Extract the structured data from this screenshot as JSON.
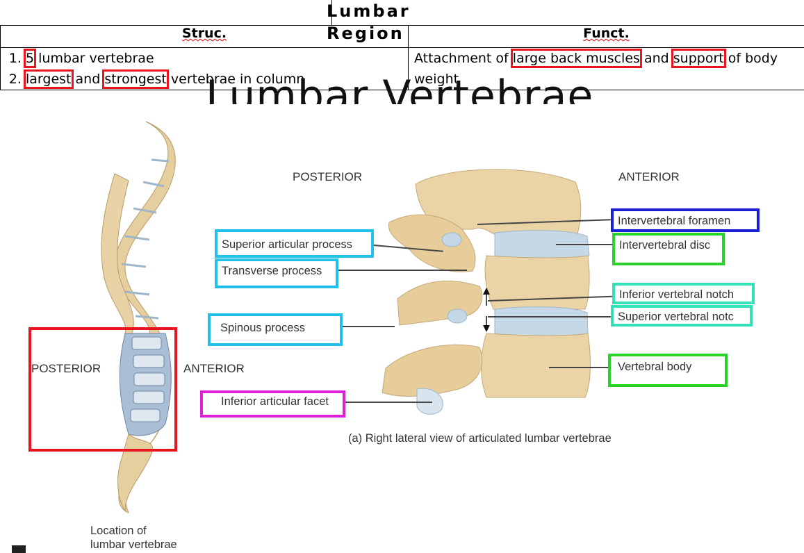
{
  "title": "Lumbar Region",
  "table": {
    "headers": [
      "Struc.",
      "Funct."
    ],
    "struc": [
      {
        "num": "1.",
        "parts": [
          {
            "t": "5",
            "hl": true
          },
          {
            "t": " lumbar vertebrae",
            "hl": false
          }
        ]
      },
      {
        "num": "2.",
        "parts": [
          {
            "t": "largest",
            "hl": true
          },
          {
            "t": " and ",
            "hl": false
          },
          {
            "t": "strongest",
            "hl": true
          },
          {
            "t": " vertebrae in column",
            "hl": false
          }
        ]
      }
    ],
    "funct": [
      {
        "t": "Attachment of ",
        "hl": false
      },
      {
        "t": "large back muscles",
        "hl": true
      },
      {
        "t": " and ",
        "hl": false
      },
      {
        "t": "support",
        "hl": true
      },
      {
        "t": " of body weight",
        "hl": false
      }
    ]
  },
  "slide_title_fragment": "Lumbar Vertebrae",
  "figure": {
    "posterior_top": "POSTERIOR",
    "anterior_top": "ANTERIOR",
    "posterior_left": "POSTERIOR",
    "anterior_left": "ANTERIOR",
    "labels": {
      "intervertebral_foramen": "Intervertebral foramen",
      "intervertebral_disc": "Intervertebral disc",
      "superior_articular_process": "Superior articular process",
      "transverse_process": "Transverse process",
      "inferior_vertebral_notch": "Inferior vertebral notch",
      "superior_vertebral_notch": "Superior vertebral notc",
      "spinous_process": "Spinous process",
      "vertebral_body": "Vertebral body",
      "inferior_articular_facet": "Inferior articular facet"
    },
    "caption_main": "(a) Right lateral view of articulated lumbar vertebrae",
    "caption_location": [
      "Location of",
      "lumbar vertebrae"
    ]
  },
  "colors": {
    "highlight_red": "#e8141e",
    "cyan": "#22c0ea",
    "blue": "#1a1fd6",
    "green": "#2ad12a",
    "teal": "#33e0b8",
    "magenta": "#e020d8",
    "bone": "#e9d3a6",
    "disc": "#c5d8e8"
  }
}
